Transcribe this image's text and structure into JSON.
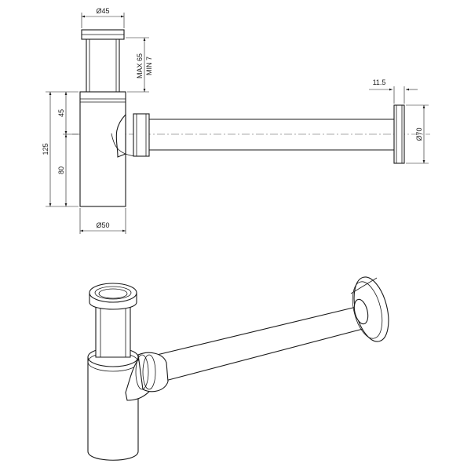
{
  "dimensions": {
    "top_diameter": "Ø45",
    "max_height": "MAX 65",
    "min_height": "MIN 7",
    "flange_thickness": "11.5",
    "flange_diameter": "Ø70",
    "total_height": "125",
    "upper_height": "45",
    "lower_height": "80",
    "body_diameter": "Ø50"
  },
  "colors": {
    "line": "#1a1a1a",
    "background": "#ffffff"
  }
}
